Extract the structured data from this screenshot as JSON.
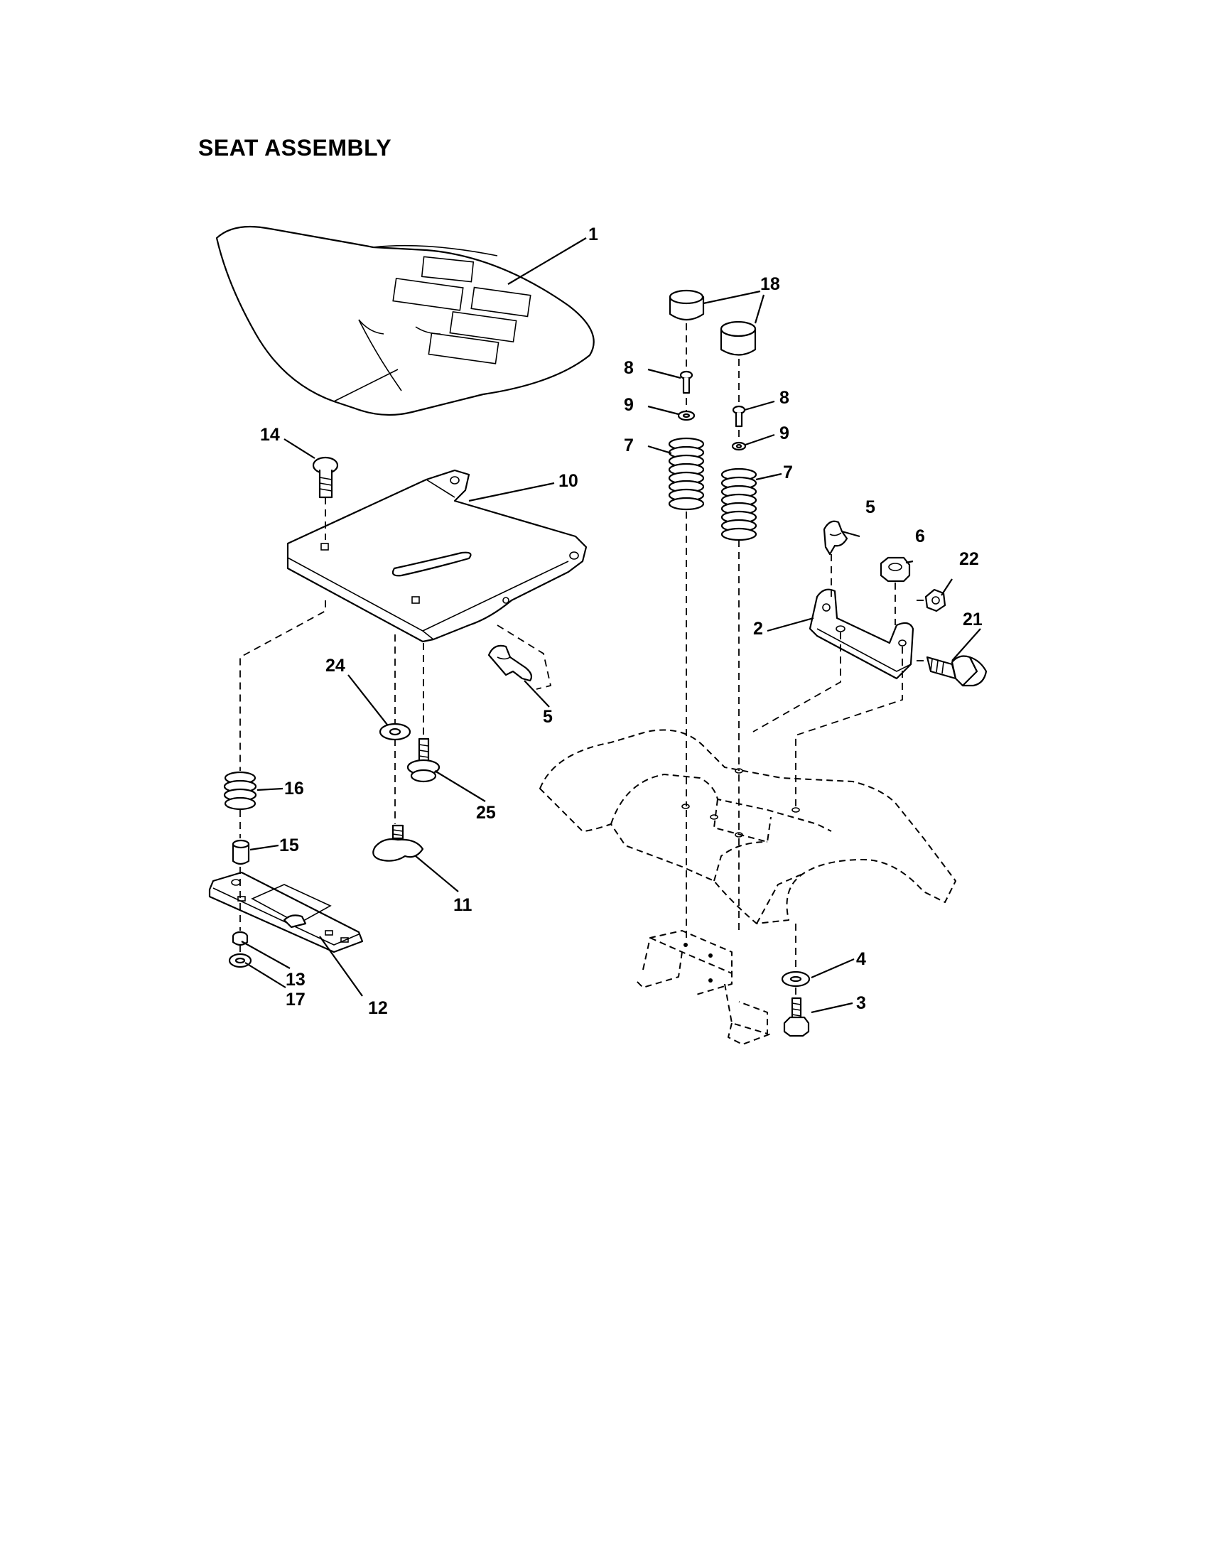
{
  "title": "SEAT ASSEMBLY",
  "callouts": {
    "c1": "1",
    "c2": "2",
    "c3": "3",
    "c4": "4",
    "c5a": "5",
    "c5b": "5",
    "c6": "6",
    "c7a": "7",
    "c7b": "7",
    "c8a": "8",
    "c8b": "8",
    "c9a": "9",
    "c9b": "9",
    "c10": "10",
    "c11": "11",
    "c12": "12",
    "c13": "13",
    "c14": "14",
    "c15": "15",
    "c16": "16",
    "c17": "17",
    "c18": "18",
    "c21": "21",
    "c22": "22",
    "c24": "24",
    "c25": "25"
  }
}
